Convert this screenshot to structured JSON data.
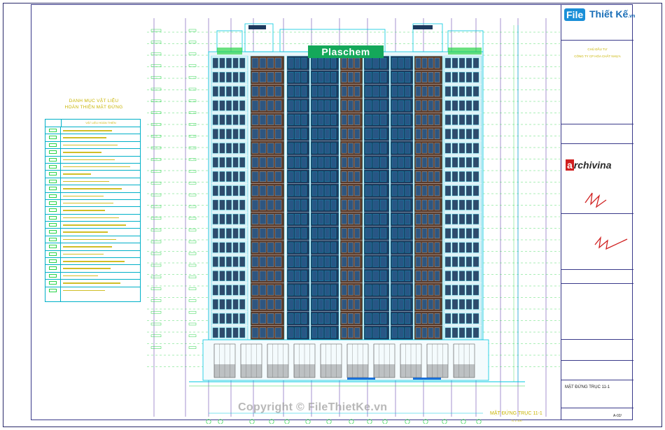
{
  "legend": {
    "title_line1": "DANH MỤC VẬT LIỆU",
    "title_line2": "HOÀN THIỆN MẶT ĐỨNG",
    "column_header": "VẬT LIỆU HOÀN THIỆN",
    "row_count": 23
  },
  "building": {
    "brand_sign": "Plaschem",
    "floors": 20
  },
  "title_block": {
    "logo_file": "File",
    "logo_rest": "Thiết Kế",
    "logo_domain": ".vn",
    "owner_label": "CHỦ ĐẦU TƯ",
    "owner_name": "CÔNG TY CP HÓA CHẤT NHỰA",
    "consultant_logo_a": "a",
    "consultant_logo_rest": "rchivina",
    "sheet_name": "MẶT ĐỨNG TRỤC 11-1",
    "sheet_number": "A-02/"
  },
  "caption": {
    "title": "MẶT ĐỨNG TRỤC 11-1",
    "scale": "TL 1:100"
  },
  "watermark": "Copyright © FileThietKe.vn",
  "colors": {
    "building_navy": "#1c3a5e",
    "building_brown": "#5a3a2a",
    "cad_cyan": "#00c8e0",
    "cad_yellow": "#c8b400",
    "cad_green": "#2bd44a",
    "cad_purple": "#6a4ab0",
    "sign_green": "#14a85a"
  }
}
